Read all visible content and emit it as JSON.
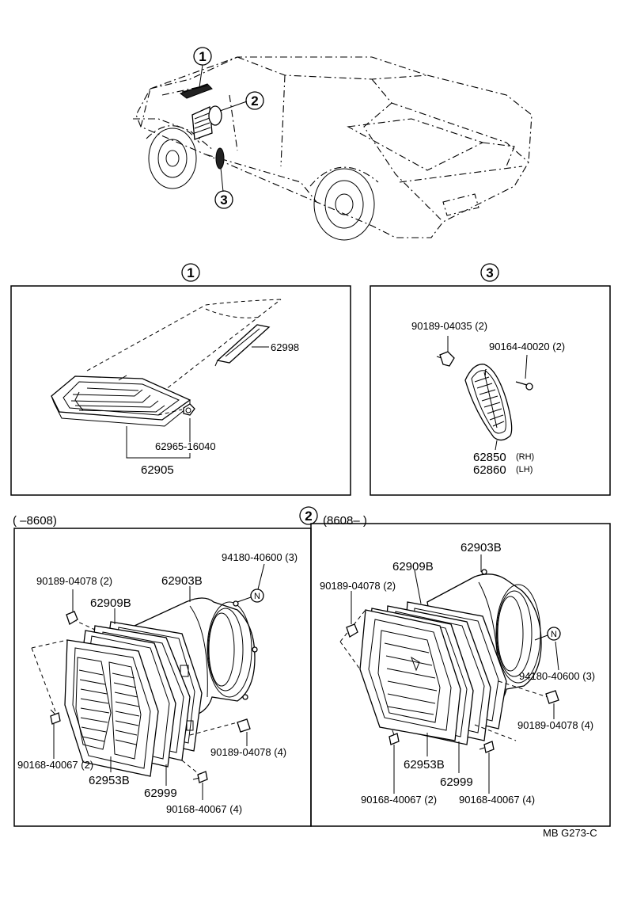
{
  "overview": {
    "callouts": [
      "1",
      "2",
      "3"
    ]
  },
  "section1": {
    "number": "1",
    "parts": {
      "p62998": "62998",
      "p62965": "62965-16040",
      "p62905": "62905"
    }
  },
  "section3": {
    "number": "3",
    "parts": {
      "p90189": "90189-04035 (2)",
      "p90164": "90164-40020 (2)",
      "p62850": "62850",
      "p62850_side": "(RH)",
      "p62860": "62860",
      "p62860_side": "(LH)"
    }
  },
  "section2": {
    "number": "2",
    "left_range": "(       –8608)",
    "right_range": "(8608–        )",
    "left": {
      "p94180": "94180-40600 (3)",
      "p90189_top": "90189-04078 (2)",
      "p62903": "62903B",
      "p62909": "62909B",
      "p90168_left": "90168-40067 (2)",
      "p62953": "62953B",
      "p62999": "62999",
      "p90189_bottom": "90189-04078 (4)",
      "p90168_bottom": "90168-40067 (4)"
    },
    "right": {
      "p62903": "62903B",
      "p62909": "62909B",
      "p90189_top": "90189-04078 (2)",
      "p94180": "94180-40600 (3)",
      "p90189_right": "90189-04078 (4)",
      "p62953": "62953B",
      "p62999": "62999",
      "p90168_left": "90168-40067 (2)",
      "p90168_right": "90168-40067 (4)"
    }
  },
  "footer": {
    "code": "MB  G273-C"
  }
}
